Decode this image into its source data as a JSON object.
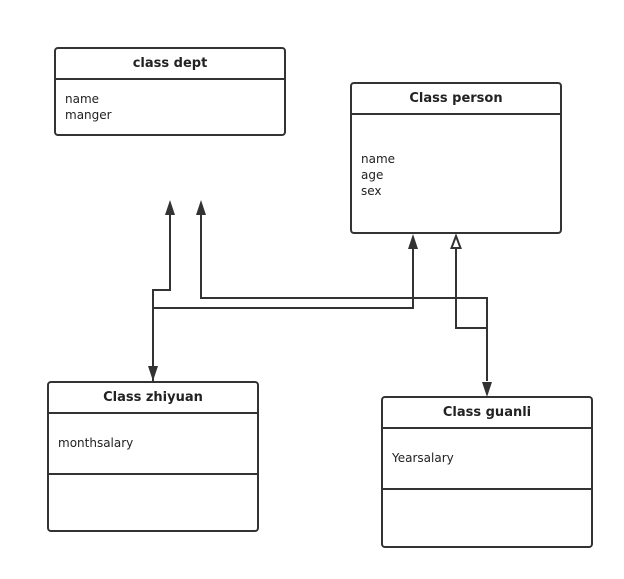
{
  "colors": {
    "stroke": "#333333",
    "text": "#222222",
    "background": "#ffffff"
  },
  "classes": {
    "dept": {
      "title": "class dept",
      "attributes": [
        "name",
        "manger"
      ]
    },
    "person": {
      "title": "Class person",
      "attributes": [
        "name",
        "age",
        "sex"
      ]
    },
    "zhiyuan": {
      "title": "Class zhiyuan",
      "attributes": [
        "monthsalary"
      ]
    },
    "guanli": {
      "title": "Class guanli",
      "attributes": [
        "Yearsalary"
      ]
    }
  },
  "relations": [
    {
      "from": "zhiyuan",
      "to": "dept",
      "arrowhead": "filled"
    },
    {
      "from": "zhiyuan",
      "to": "person",
      "arrowhead": "filled"
    },
    {
      "from": "guanli",
      "to": "dept",
      "arrowhead": "filled"
    },
    {
      "from": "guanli",
      "to": "person",
      "arrowhead": "hollow"
    }
  ]
}
